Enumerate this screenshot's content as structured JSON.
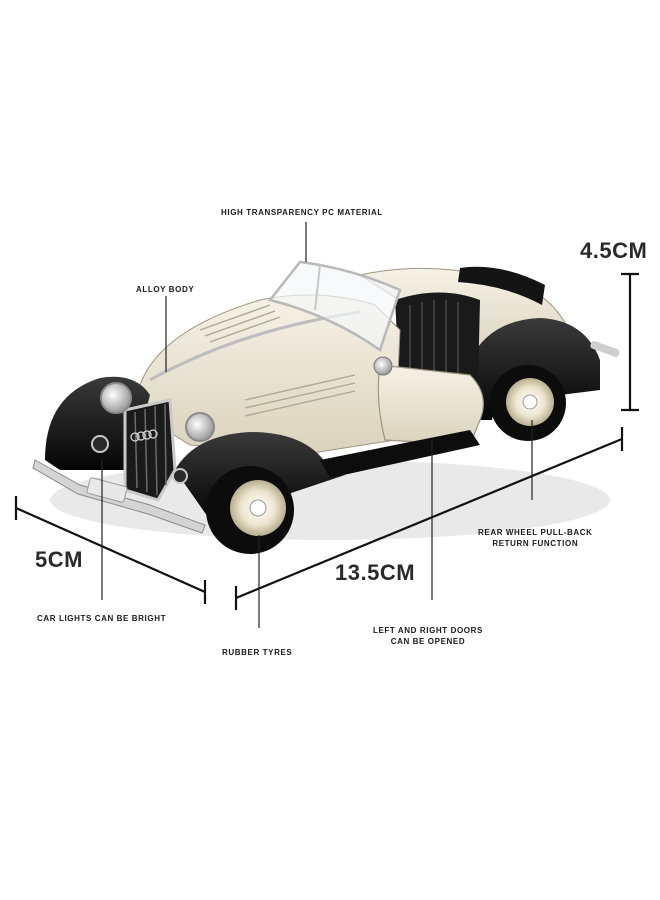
{
  "labels": {
    "glass": "HIGH TRANSPARENCY PC MATERIAL",
    "body": "ALLOY BODY",
    "rear_wheel_line1": "REAR WHEEL PULL-BACK",
    "rear_wheel_line2": "RETURN FUNCTION",
    "lights": "CAR LIGHTS CAN BE BRIGHT",
    "tyres": "RUBBER TYRES",
    "doors_line1": "LEFT AND RIGHT DOORS",
    "doors_line2": "CAN BE OPENED"
  },
  "dimensions": {
    "height": "4.5CM",
    "width": "5CM",
    "length": "13.5CM"
  },
  "colors": {
    "body_cream": "#ece6d6",
    "fender_black": "#111111",
    "chrome": "#c9c9c9"
  }
}
